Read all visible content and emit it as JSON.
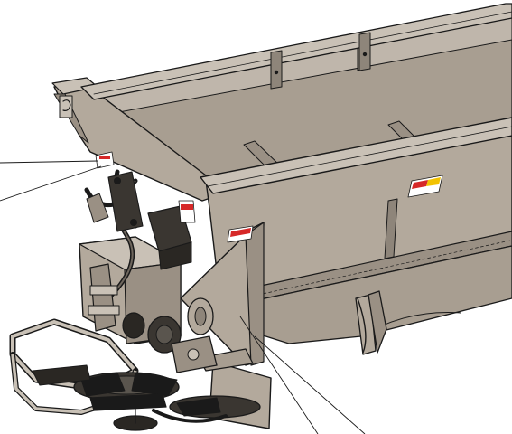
{
  "figure": {
    "type": "technical-illustration",
    "subject": "spreader-hopper-rear-view",
    "labels": []
  },
  "colors": {
    "body": "#b3a99c",
    "body_light": "#c9c1b6",
    "body_dark": "#8e857a",
    "shadow": "#6e665d",
    "black": "#1a1a1a",
    "decal_red": "#d62828",
    "decal_yellow": "#f2c200",
    "outline": "#1a1a1a"
  },
  "callouts": [
    {
      "id": "callout-left-1",
      "kind": "leader-line"
    },
    {
      "id": "callout-left-2",
      "kind": "leader-line"
    },
    {
      "id": "callout-bottom-1",
      "kind": "leader-line"
    },
    {
      "id": "callout-bottom-2",
      "kind": "leader-line"
    }
  ],
  "decals": [
    {
      "id": "decal-left-side",
      "kind": "safety-label"
    },
    {
      "id": "decal-front-wall",
      "kind": "safety-label"
    },
    {
      "id": "decal-chute-top",
      "kind": "safety-label"
    },
    {
      "id": "decal-lower-left",
      "kind": "safety-label"
    }
  ]
}
